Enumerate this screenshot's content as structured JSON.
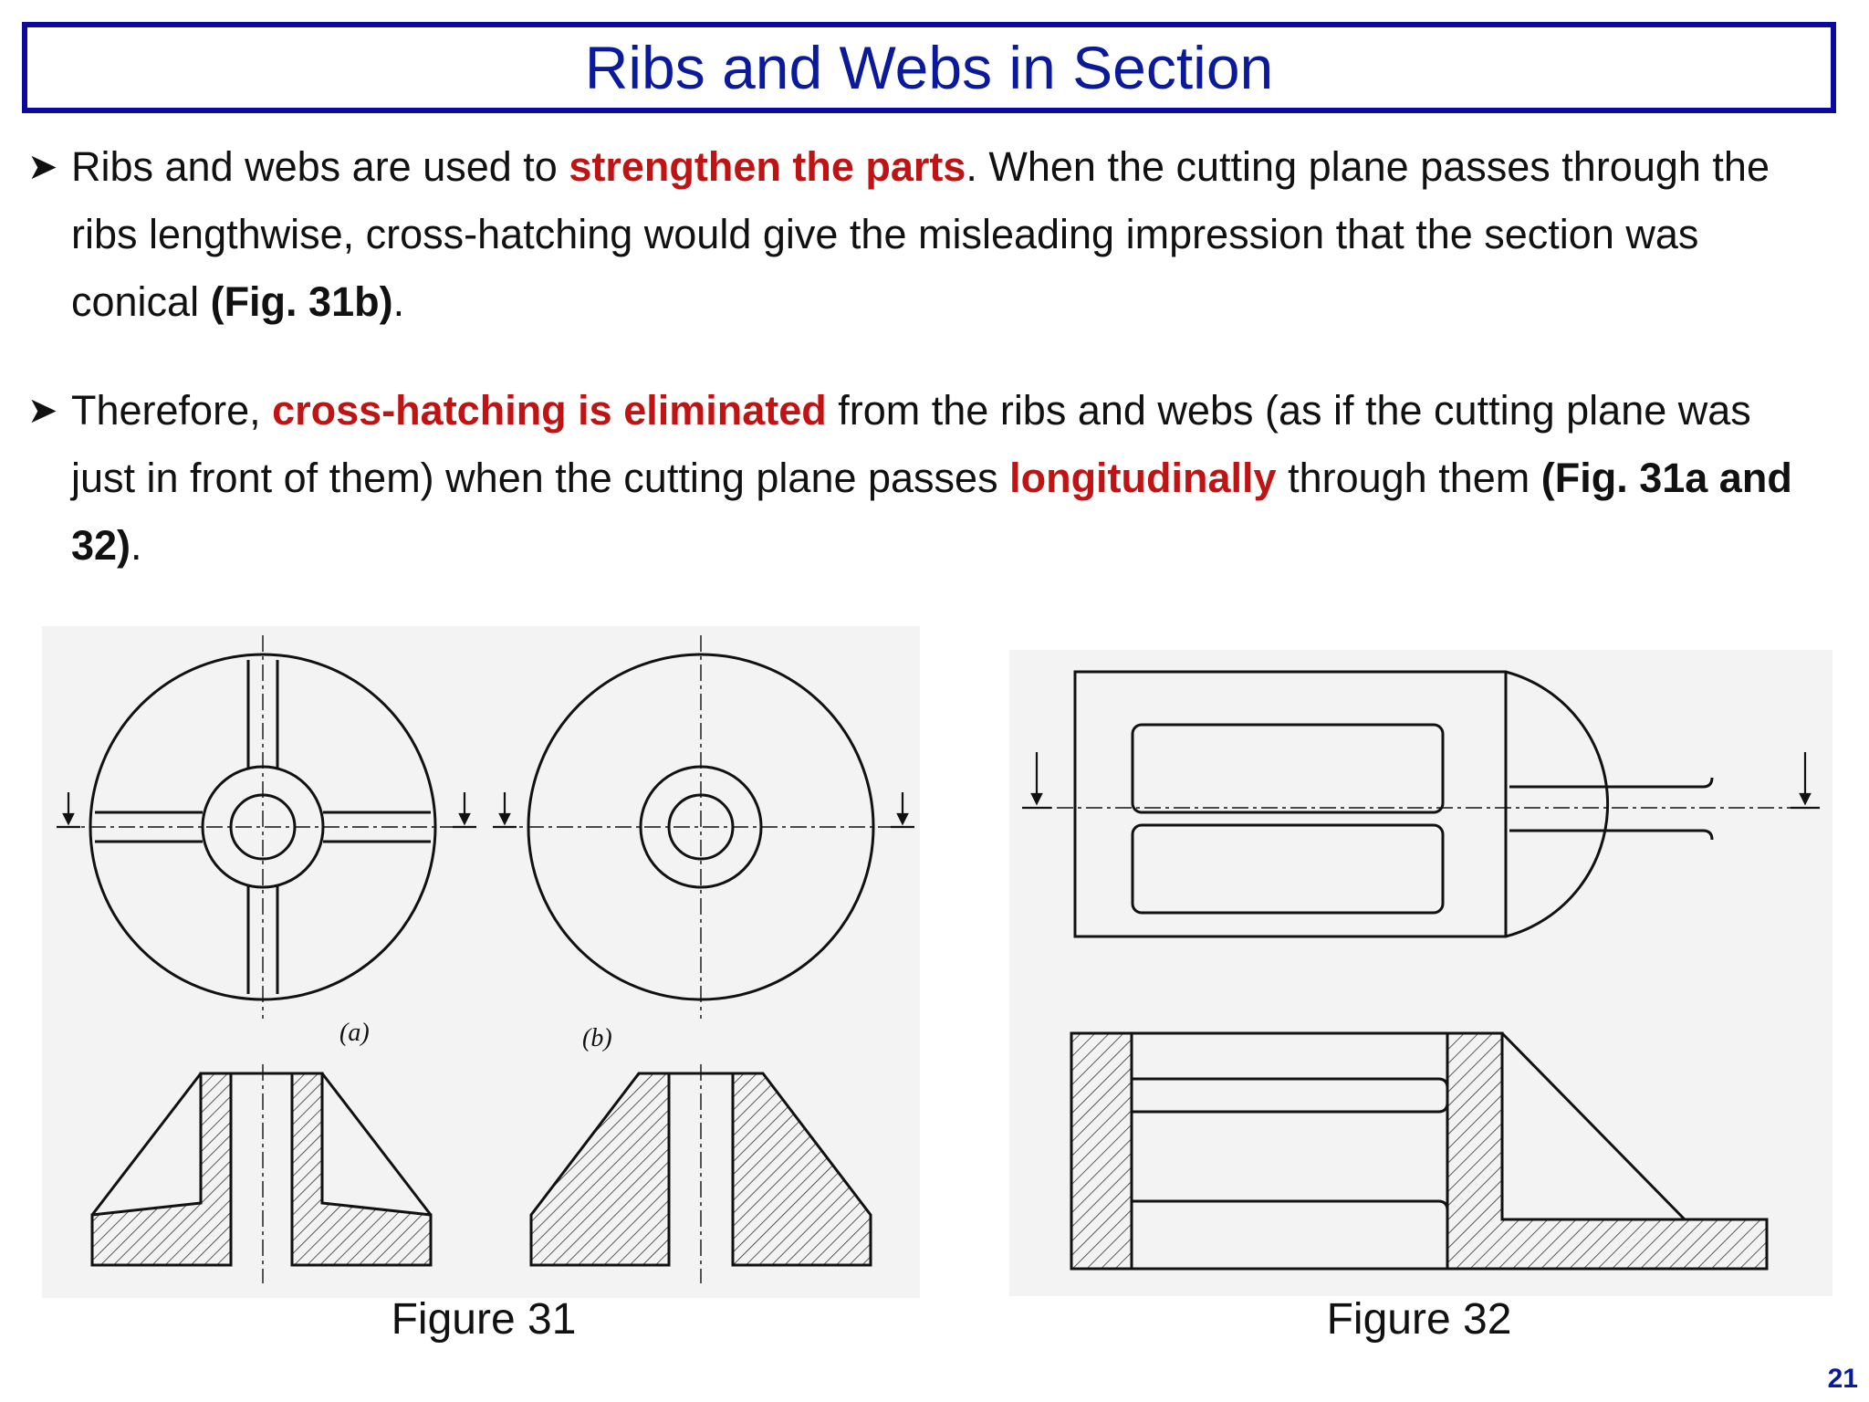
{
  "title": "Ribs and Webs in Section",
  "bullets": [
    {
      "before": "Ribs and webs are used to ",
      "emph": "strengthen the parts",
      "middle": ". When the cutting plane passes through the ribs lengthwise, cross-hatching would give the misleading impression that the section was conical ",
      "bold": "(Fig. 31b)",
      "end": "."
    },
    {
      "before": "Therefore, ",
      "emph": "cross-hatching is eliminated",
      "middle": " from the ribs and webs (as if the cutting plane was just in front of them) when the cutting plane passes ",
      "emph2": "longitudinally",
      "middle2": " through them ",
      "bold": "(Fig. 31a and 32)",
      "end": "."
    }
  ],
  "figure31": {
    "caption": "Figure 31",
    "label_a": "(a)",
    "label_b": "(b)"
  },
  "figure32": {
    "caption": "Figure 32"
  },
  "page_number": "21",
  "colors": {
    "title": "#0a1a9a",
    "emphasis": "#c01414"
  }
}
